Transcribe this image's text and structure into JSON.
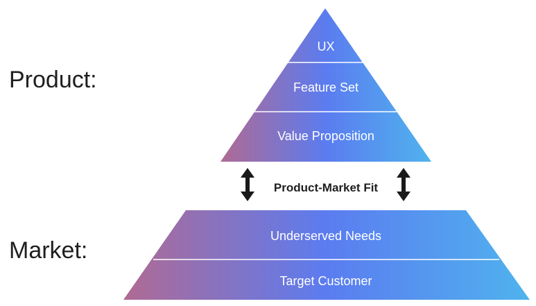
{
  "labels": {
    "product": "Product:",
    "market": "Market:"
  },
  "product_pyramid": {
    "layers": [
      "UX",
      "Feature Set",
      "Value Proposition"
    ]
  },
  "market_pyramid": {
    "layers": [
      "Underserved Needs",
      "Target Customer"
    ]
  },
  "fit_label": "Product-Market Fit",
  "colors": {
    "gradient_left": "#b06a93",
    "gradient_mid": "#5b7cf0",
    "gradient_right": "#4fb3ee",
    "separator": "#ffffff",
    "text_dark": "#1f1f1f"
  }
}
